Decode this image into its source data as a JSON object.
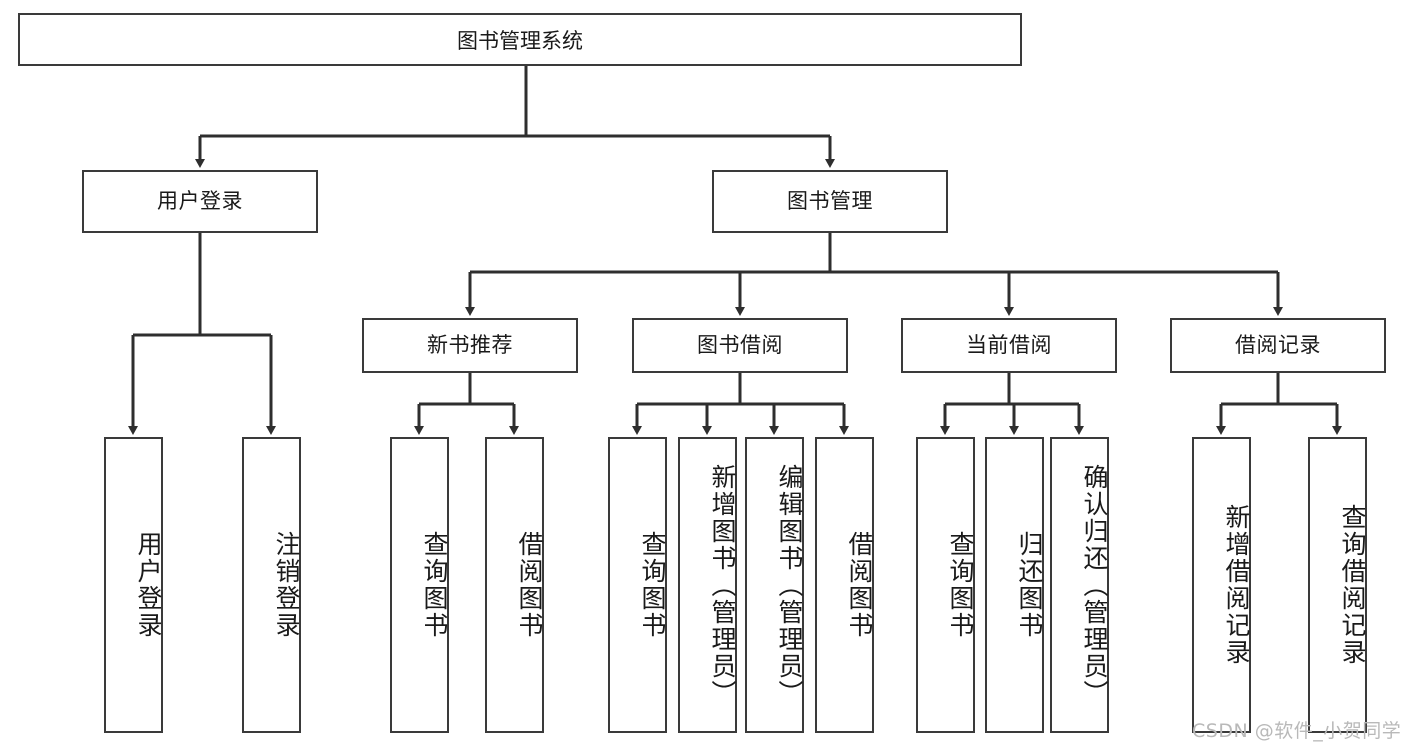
{
  "diagram": {
    "title": "图书管理系统",
    "watermark": "CSDN @软件_小贺同学",
    "levels": {
      "root": {
        "label": "图书管理系统"
      },
      "level2": [
        {
          "label": "用户登录"
        },
        {
          "label": "图书管理"
        }
      ],
      "level3": [
        {
          "label": "新书推荐"
        },
        {
          "label": "图书借阅"
        },
        {
          "label": "当前借阅"
        },
        {
          "label": "借阅记录"
        }
      ],
      "leaves": [
        {
          "label": "用户登录",
          "parent": "用户登录"
        },
        {
          "label": "注销登录",
          "parent": "用户登录"
        },
        {
          "label": "查询图书",
          "parent": "新书推荐"
        },
        {
          "label": "借阅图书",
          "parent": "新书推荐"
        },
        {
          "label": "查询图书",
          "parent": "图书借阅"
        },
        {
          "label": "新增图书（管理员）",
          "parent": "图书借阅"
        },
        {
          "label": "编辑图书（管理员）",
          "parent": "图书借阅"
        },
        {
          "label": "借阅图书",
          "parent": "图书借阅"
        },
        {
          "label": "查询图书",
          "parent": "当前借阅"
        },
        {
          "label": "归还图书",
          "parent": "当前借阅"
        },
        {
          "label": "确认归还（管理员）",
          "parent": "当前借阅"
        },
        {
          "label": "新增借阅记录",
          "parent": "借阅记录"
        },
        {
          "label": "查询借阅记录",
          "parent": "借阅记录"
        }
      ]
    },
    "colors": {
      "stroke": "#3a3a3a",
      "background": "#ffffff",
      "text": "#1a1a1a",
      "watermark": "#b9b9b9"
    }
  }
}
